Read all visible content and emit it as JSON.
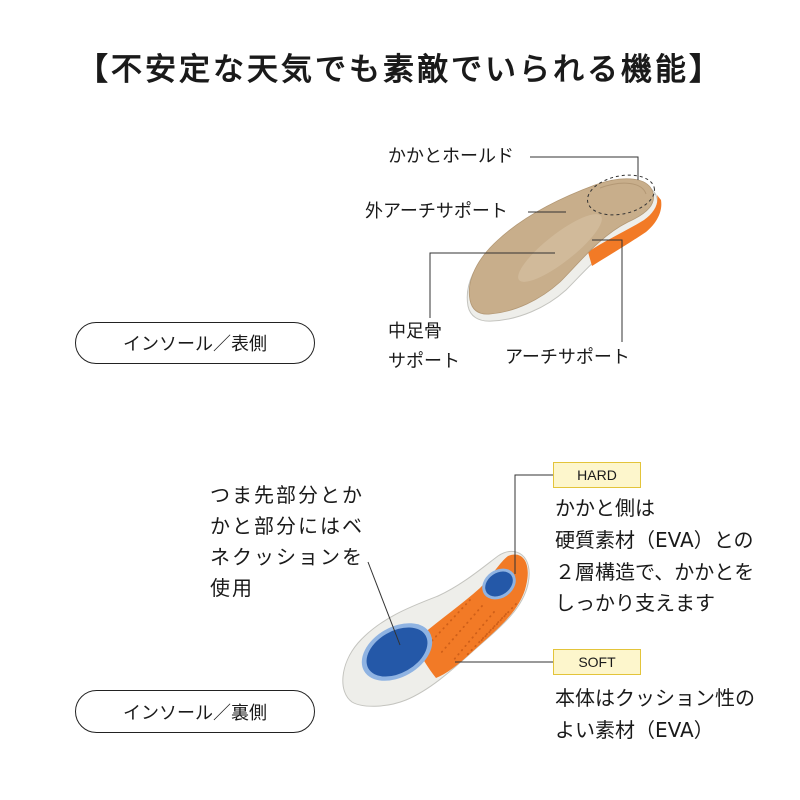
{
  "title": "【不安定な天気でも素敵でいられる機能】",
  "top_view": {
    "label": "インソール／表側",
    "callouts": {
      "heel_hold": "かかとホールド",
      "outer_arch_support": "外アーチサポート",
      "metatarsal_support": [
        "中足骨",
        "サポート"
      ],
      "arch_support": "アーチサポート"
    }
  },
  "bottom_view": {
    "label": "インソール／裏側",
    "cushion_note": [
      "つま先部分とか",
      "かと部分にはベ",
      "ネクッションを",
      "使用"
    ],
    "hard": {
      "badge": "HARD",
      "description": [
        "かかと側は",
        "硬質素材（EVA）との",
        "２層構造で、かかとを",
        "しっかり支えます"
      ]
    },
    "soft": {
      "badge": "SOFT",
      "description": [
        "本体はクッション性の",
        "よい素材（EVA）"
      ]
    }
  },
  "colors": {
    "text": "#1a1a1a",
    "badge_fill": "#fdf6cc",
    "badge_border": "#e3c43a",
    "insole_tan": "#c8ae8b",
    "insole_orange": "#f27a26",
    "cushion_blue": "#2458a8",
    "cushion_blue_rim": "#8fb3e2",
    "sole_white": "#eeeeea"
  }
}
